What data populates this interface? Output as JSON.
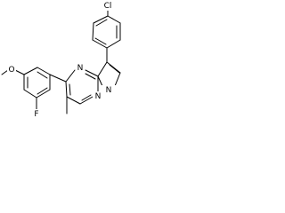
{
  "molecule": {
    "atoms": {
      "chlorine": "Cl",
      "oxygen_methoxy": "O",
      "fluorine": "F",
      "nitrogen_pyrimidine": "N",
      "nitrogen_bridgehead": "N",
      "nitrogen_pyrazole": "N"
    }
  }
}
